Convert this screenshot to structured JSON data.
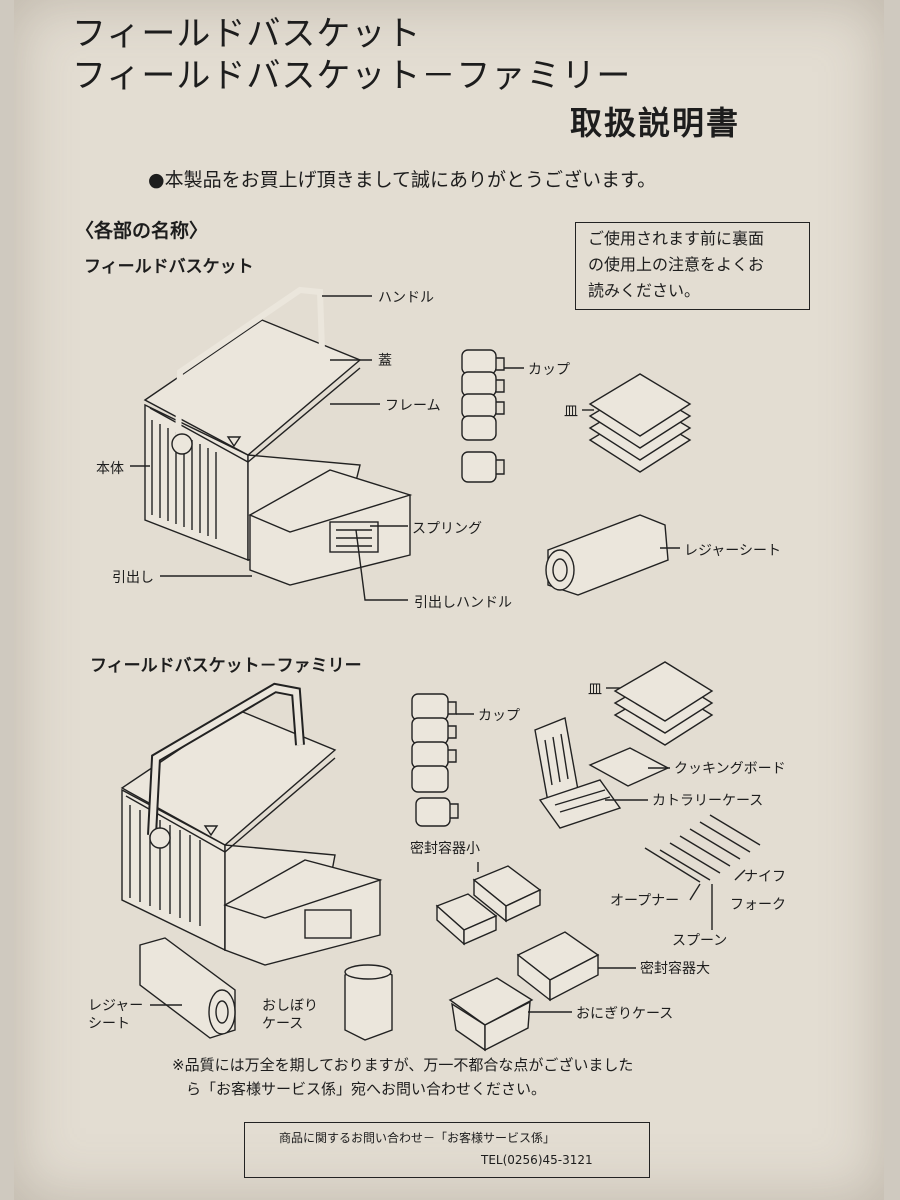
{
  "header": {
    "title_line1": "フィールドバスケット",
    "title_line2": "フィールドバスケット－ファミリー",
    "title_line3": "取扱説明書"
  },
  "intro": {
    "thanks": "●本製品をお買上げ頂きまして誠にありがとうございます。"
  },
  "notice_box": {
    "line1": "ご使用されます前に裏面",
    "line2": "の使用上の注意をよくお",
    "line3": "読みください。"
  },
  "section": {
    "heading": "〈各部の名称〉"
  },
  "basket": {
    "title": "フィールドバスケット",
    "labels": {
      "handle": "ハンドル",
      "lid": "蓋",
      "frame": "フレーム",
      "body": "本体",
      "spring": "スプリング",
      "drawer": "引出し",
      "drawer_handle": "引出しハンドル",
      "cup": "カップ",
      "plate": "皿",
      "leisure_sheet": "レジャーシート"
    }
  },
  "family": {
    "title": "フィールドバスケット－ファミリー",
    "labels": {
      "cup": "カップ",
      "plate": "皿",
      "cooking_board": "クッキングボード",
      "cutlery_case": "カトラリーケース",
      "container_small": "密封容器小",
      "knife": "ナイフ",
      "opener": "オープナー",
      "fork": "フォーク",
      "spoon": "スプーン",
      "container_large": "密封容器大",
      "leisure_sheet_1": "レジャー",
      "leisure_sheet_2": "シート",
      "towel_case_1": "おしぼり",
      "towel_case_2": "ケース",
      "onigiri_case": "おにぎりケース"
    }
  },
  "footnote": {
    "line1": "※品質には万全を期しておりますが、万一不都合な点がございました",
    "line2": "ら「お客様サービス係」宛へお問い合わせください。"
  },
  "contact": {
    "line1": "商品に関するお問い合わせ－「お客様サービス係」",
    "tel": "TEL(0256)45-3121"
  }
}
